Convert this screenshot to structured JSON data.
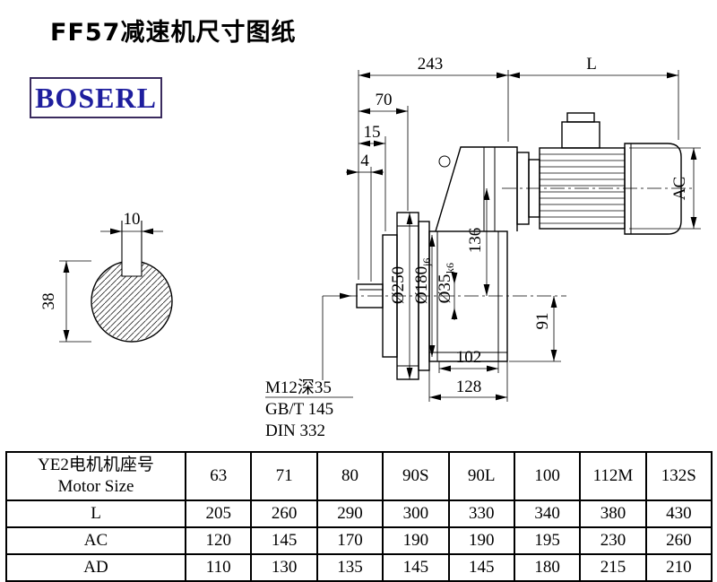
{
  "page": {
    "title": "FF57减速机尺寸图纸",
    "logo_text": "BOSERL"
  },
  "colors": {
    "brand_text": "#1e1e9e",
    "brand_border": "#3a2b5e"
  },
  "drawing": {
    "dims": {
      "d243": "243",
      "dL": "L",
      "d70": "70",
      "d15": "15",
      "d4": "4",
      "d10": "10",
      "d38": "38",
      "d136": "136",
      "d91": "91",
      "d102": "102",
      "d128": "128",
      "dAC": "AC",
      "dia250": "Ø250",
      "dia180": "Ø180",
      "dia180_tol": "j6",
      "dia35": "Ø35",
      "dia35_tol": "k6"
    },
    "notes": {
      "tapped_hole": "M12深35",
      "gb_standard": "GB/T 145",
      "din_standard": "DIN 332"
    }
  },
  "table": {
    "header_cn": "YE2电机机座号",
    "header_en": "Motor Size",
    "motor_sizes": [
      "63",
      "71",
      "80",
      "90S",
      "90L",
      "100",
      "112M",
      "132S"
    ],
    "rows": [
      {
        "label": "L",
        "values": [
          "205",
          "260",
          "290",
          "300",
          "330",
          "340",
          "380",
          "430"
        ]
      },
      {
        "label": "AC",
        "values": [
          "120",
          "145",
          "170",
          "190",
          "190",
          "195",
          "230",
          "260"
        ]
      },
      {
        "label": "AD",
        "values": [
          "110",
          "130",
          "135",
          "145",
          "145",
          "180",
          "215",
          "210"
        ]
      }
    ]
  }
}
